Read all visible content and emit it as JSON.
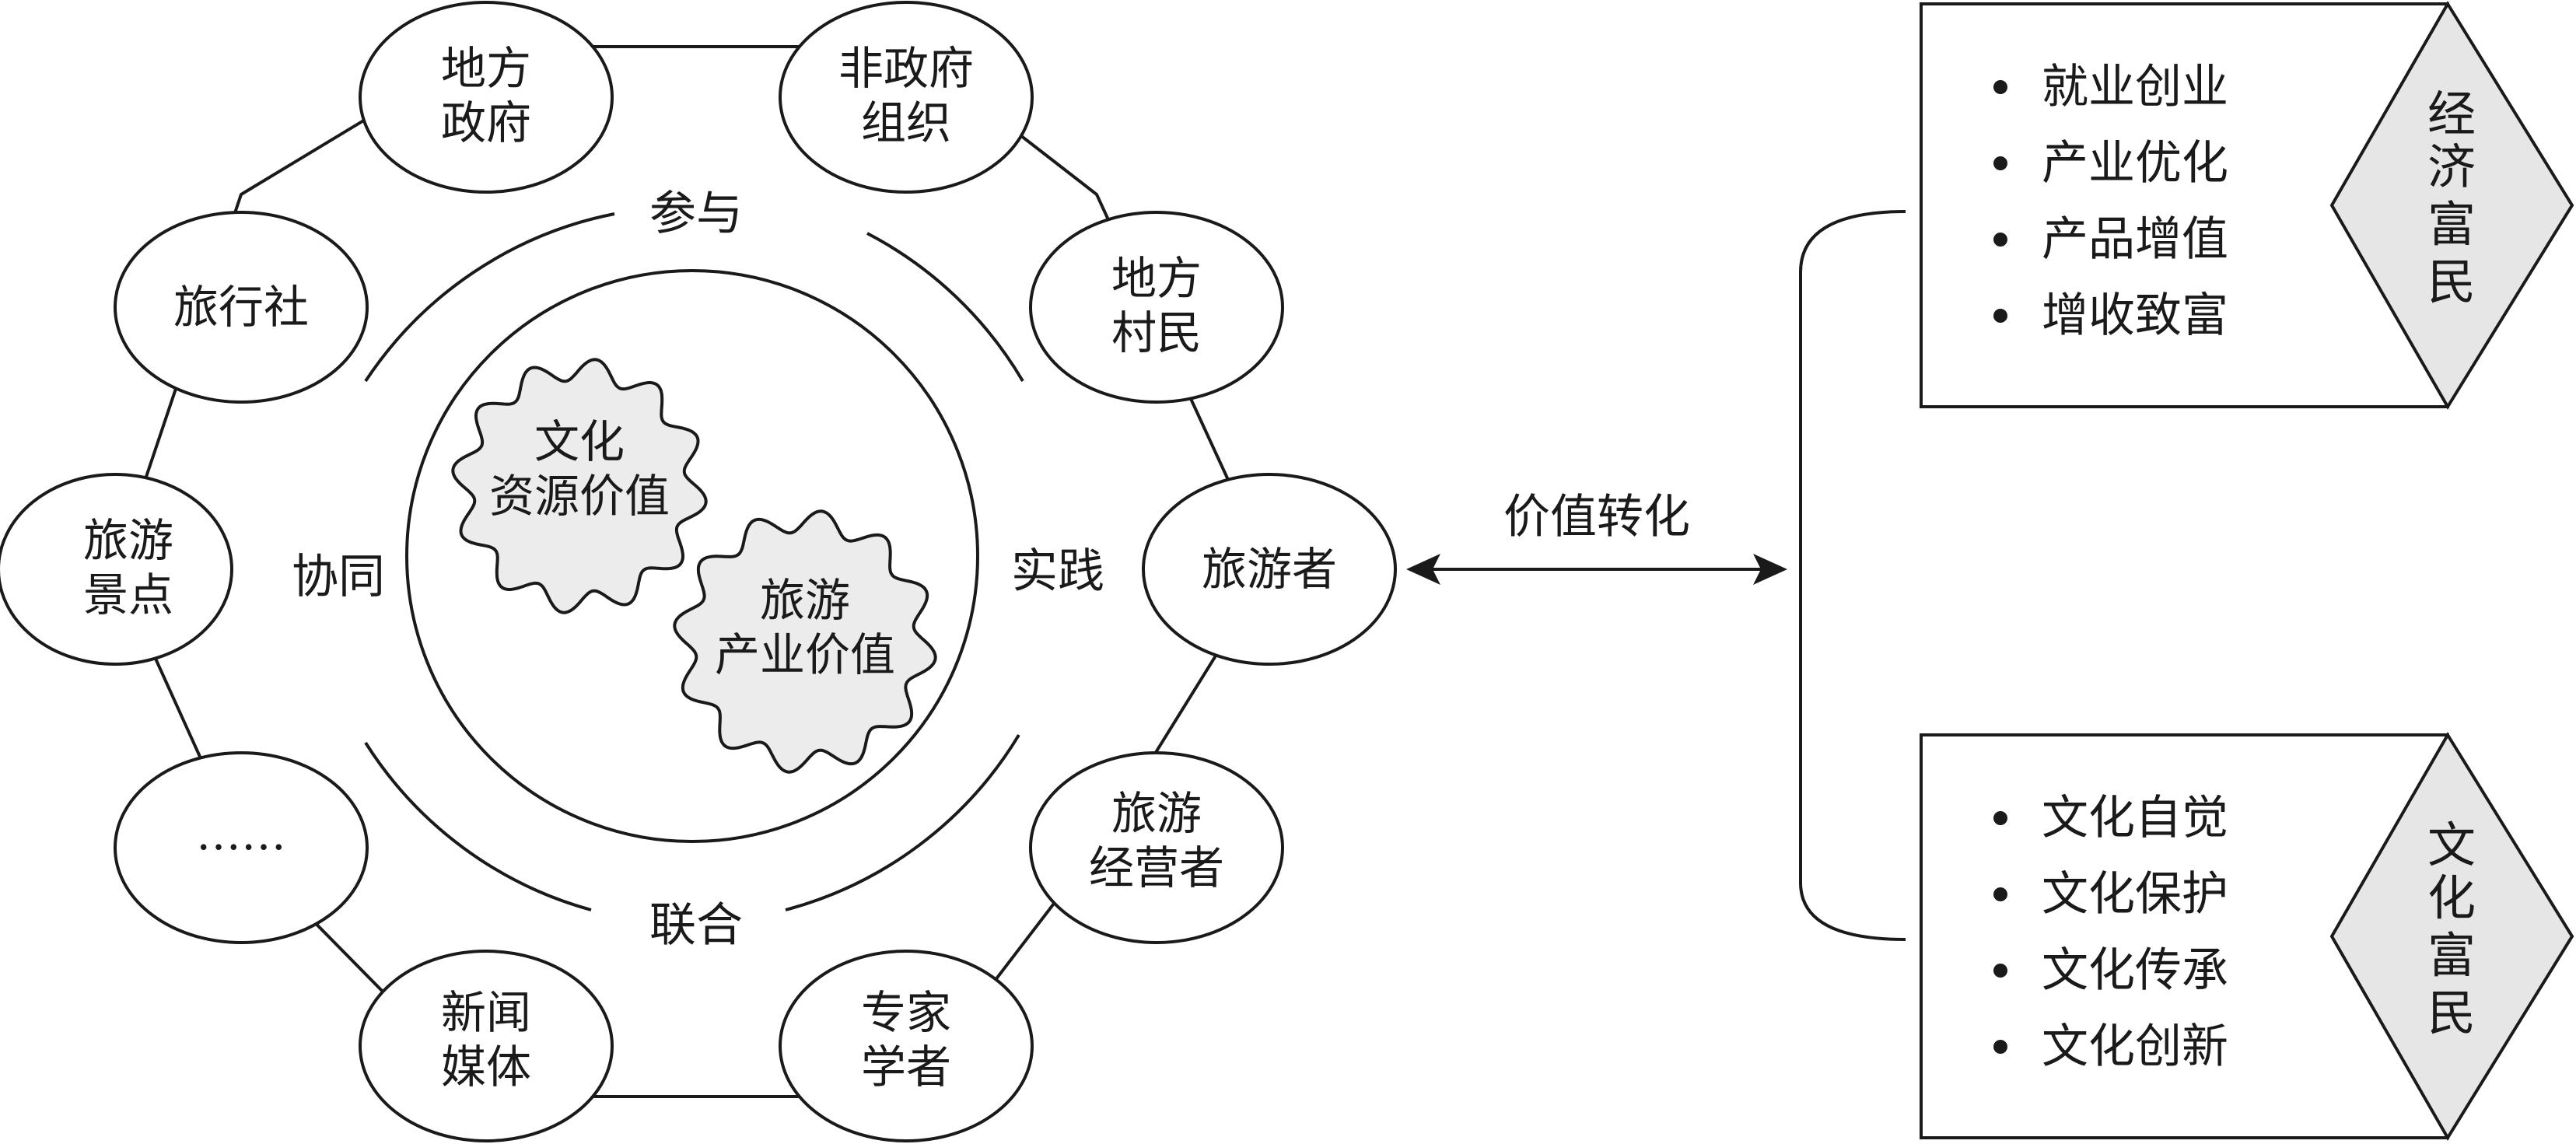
{
  "center": {
    "bubbles": [
      {
        "lines": [
          "文化",
          "资源价值"
        ]
      },
      {
        "lines": [
          "旅游",
          "产业价值"
        ]
      }
    ]
  },
  "ring_labels": {
    "top": "参与",
    "left": "协同",
    "right": "实践",
    "bottom": "联合"
  },
  "stakeholders": [
    {
      "lines": [
        "地方",
        "政府"
      ]
    },
    {
      "lines": [
        "非政府",
        "组织"
      ]
    },
    {
      "lines": [
        "地方",
        "村民"
      ]
    },
    {
      "lines": [
        "旅游者"
      ]
    },
    {
      "lines": [
        "旅游",
        "经营者"
      ]
    },
    {
      "lines": [
        "专家",
        "学者"
      ]
    },
    {
      "lines": [
        "新闻",
        "媒体"
      ]
    },
    {
      "lines": [
        "……"
      ]
    },
    {
      "lines": [
        "旅游",
        "景点"
      ]
    },
    {
      "lines": [
        "旅行社"
      ]
    }
  ],
  "arrow_label": "价值转化",
  "outcomes": [
    {
      "items": [
        "就业创业",
        "产业优化",
        "产品增值",
        "增收致富"
      ],
      "tag": [
        "经",
        "济",
        "富",
        "民"
      ]
    },
    {
      "items": [
        "文化自觉",
        "文化保护",
        "文化传承",
        "文化创新"
      ],
      "tag": [
        "文",
        "化",
        "富",
        "民"
      ]
    }
  ],
  "colors": {
    "stroke": "#1a1a1a",
    "bubble_fill": "#ececec",
    "diamond_fill": "#e6e6e6",
    "background": "#ffffff"
  }
}
